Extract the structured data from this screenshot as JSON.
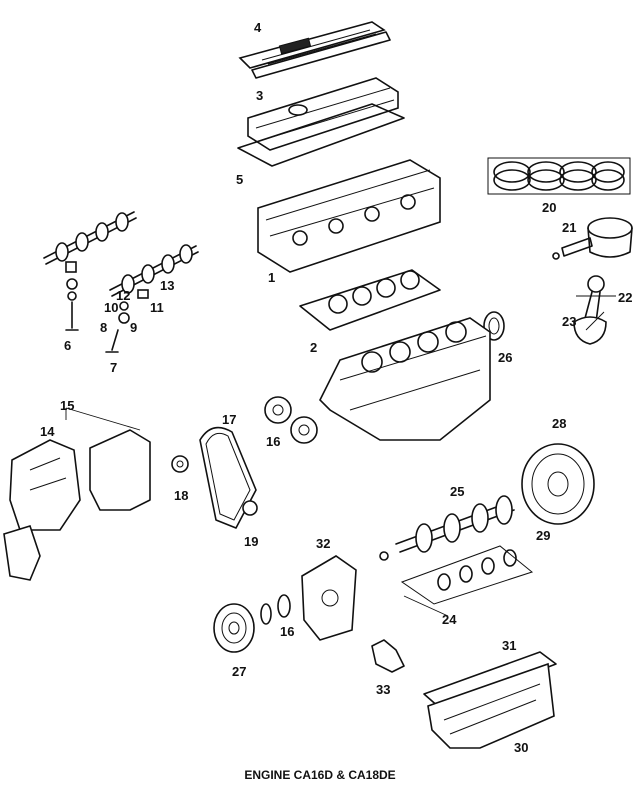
{
  "caption": "ENGINE CA16D & CA18DE",
  "callouts": [
    "1",
    "2",
    "3",
    "4",
    "5",
    "6",
    "7",
    "8",
    "9",
    "10",
    "11",
    "12",
    "13",
    "14",
    "15",
    "16",
    "16",
    "17",
    "18",
    "19",
    "20",
    "21",
    "22",
    "23",
    "24",
    "25",
    "26",
    "27",
    "28",
    "29",
    "30",
    "31",
    "32",
    "33"
  ]
}
